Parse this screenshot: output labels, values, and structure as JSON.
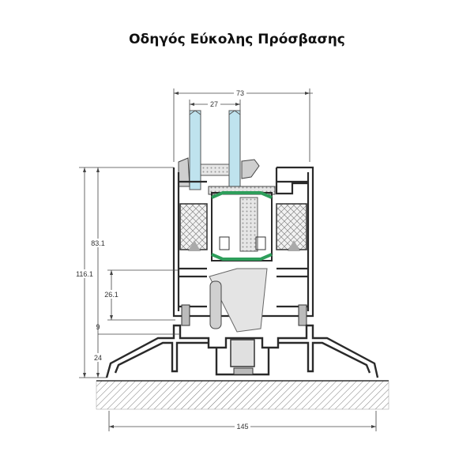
{
  "title": "Οδηγός Εύκολης Πρόσβασης",
  "dimensions": {
    "overall_width": "73",
    "glass_gap": "27",
    "height_upper": "83.1",
    "height_total": "116.1",
    "height_mid": "26.1",
    "gap_small": "9",
    "threshold_height": "24",
    "base_width": "145"
  },
  "colors": {
    "profile": "#3a3a3a",
    "glass": "#bfe3ee",
    "thermal_break": "#2e9e5b",
    "insulation_fill": "#d0d0d0",
    "ground": "#cfcfcf"
  }
}
